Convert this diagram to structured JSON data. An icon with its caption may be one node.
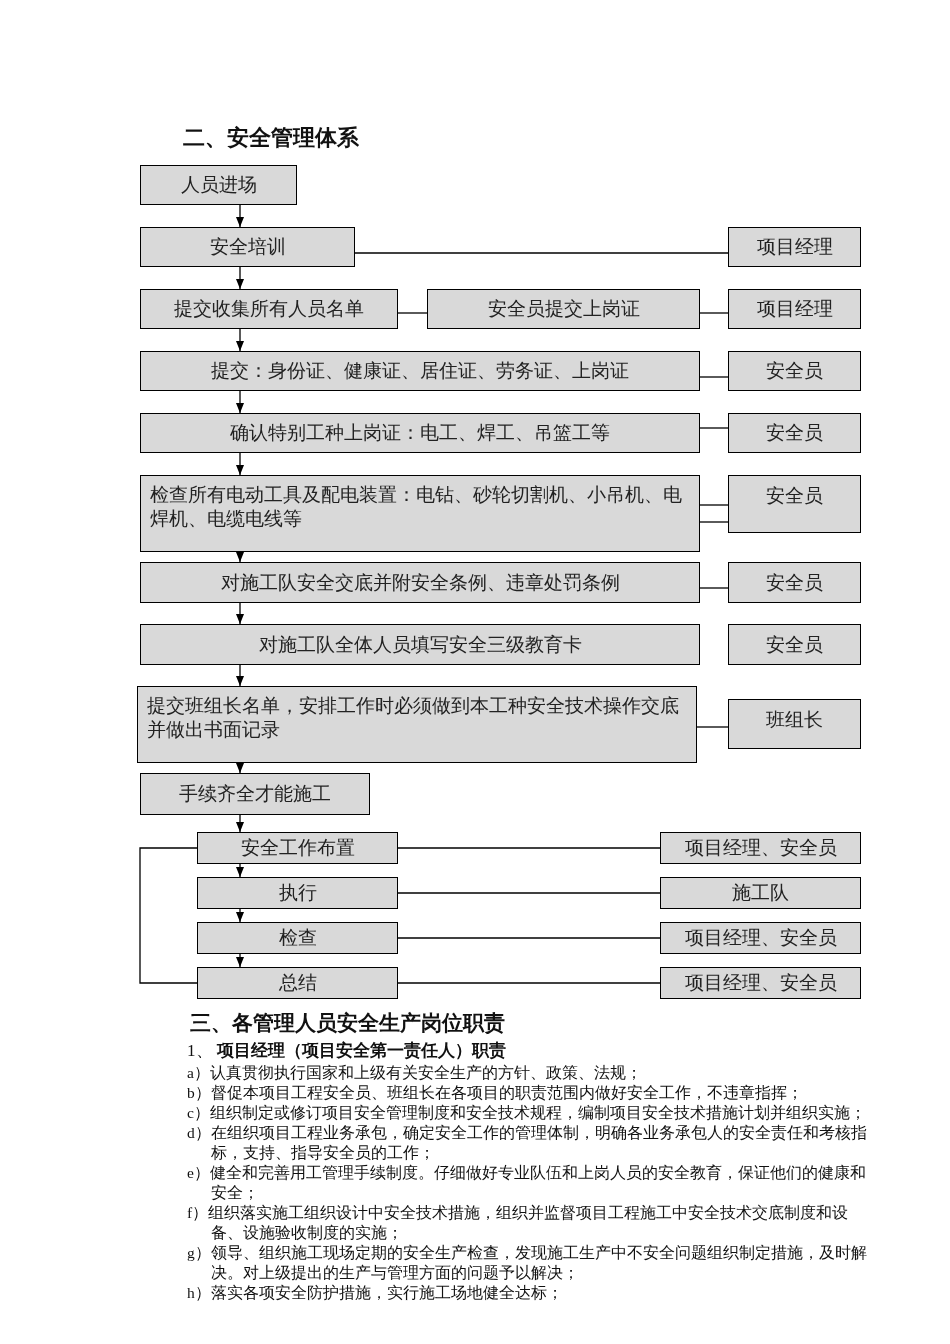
{
  "diagram": {
    "title": "二、安全管理体系",
    "nodes": [
      {
        "text": [
          "人员进场"
        ]
      },
      {
        "text": [
          "安全培训"
        ]
      },
      {
        "text": [
          "项目经理"
        ]
      },
      {
        "text": [
          "提交收集所有人员名单"
        ]
      },
      {
        "text": [
          "安全员提交上岗证"
        ]
      },
      {
        "text": [
          "项目经理"
        ]
      },
      {
        "text": [
          "提交：身份证、健康证、居住证、劳务证、上岗证"
        ]
      },
      {
        "text": [
          "安全员"
        ]
      },
      {
        "text": [
          "确认特别工种上岗证：电工、焊工、吊篮工等"
        ]
      },
      {
        "text": [
          "安全员"
        ]
      },
      {
        "text": [
          "检查所有电动工具及配电装置：电钻、砂轮切割机、小吊机、电焊机、电缆电线等"
        ]
      },
      {
        "text": [
          "安全员"
        ]
      },
      {
        "text": [
          "对施工队安全交底并附安全条例、违章处罚条例"
        ]
      },
      {
        "text": [
          "安全员"
        ]
      },
      {
        "text": [
          "对施工队全体人员填写安全三级教育卡"
        ]
      },
      {
        "text": [
          "安全员"
        ]
      },
      {
        "text": [
          "提交班组长名单，安排工作时必须做到本工种安全技术操作交底并做出书面记录"
        ]
      },
      {
        "text": [
          "班组长"
        ]
      },
      {
        "text": [
          "手续齐全才能施工"
        ]
      },
      {
        "text": [
          "安全工作布置"
        ]
      },
      {
        "text": [
          "项目经理、安全员"
        ]
      },
      {
        "text": [
          "执行"
        ]
      },
      {
        "text": [
          "施工队"
        ]
      },
      {
        "text": [
          "检查"
        ]
      },
      {
        "text": [
          "项目经理、安全员"
        ]
      },
      {
        "text": [
          "总结"
        ]
      },
      {
        "text": [
          "项目经理、安全员"
        ]
      }
    ],
    "edges": [
      {
        "from": 0,
        "to": 1,
        "arrow": "to"
      },
      {
        "from": 1,
        "to": 2,
        "arrow": "none"
      },
      {
        "from": 1,
        "to": 3,
        "arrow": "to"
      },
      {
        "from": 3,
        "to": 4,
        "arrow": "none"
      },
      {
        "from": 4,
        "to": 5,
        "arrow": "none"
      },
      {
        "from": 3,
        "to": 6,
        "arrow": "to"
      },
      {
        "from": 6,
        "to": 7,
        "arrow": "none"
      },
      {
        "from": 6,
        "to": 8,
        "arrow": "to"
      },
      {
        "from": 8,
        "to": 9,
        "arrow": "none"
      },
      {
        "from": 8,
        "to": 10,
        "arrow": "to"
      },
      {
        "from": 10,
        "to": 11,
        "arrow": "none"
      },
      {
        "from": 10,
        "to": 11,
        "arrow": "none"
      },
      {
        "from": 10,
        "to": 12,
        "arrow": "to"
      },
      {
        "from": 12,
        "to": 13,
        "arrow": "none"
      },
      {
        "from": 12,
        "to": 14,
        "arrow": "to"
      },
      {
        "from": 14,
        "to": 16,
        "arrow": "to"
      },
      {
        "from": 16,
        "to": 17,
        "arrow": "none"
      },
      {
        "from": 16,
        "to": 18,
        "arrow": "to"
      },
      {
        "from": 18,
        "to": 19,
        "arrow": "to"
      },
      {
        "from": 19,
        "to": 20,
        "arrow": "none"
      },
      {
        "from": 19,
        "to": 21,
        "arrow": "to"
      },
      {
        "from": 21,
        "to": 22,
        "arrow": "none"
      },
      {
        "from": 21,
        "to": 23,
        "arrow": "to"
      },
      {
        "from": 23,
        "to": 24,
        "arrow": "none"
      },
      {
        "from": 23,
        "to": 25,
        "arrow": "to"
      },
      {
        "from": 25,
        "to": 26,
        "arrow": "none"
      },
      {
        "from": 25,
        "to": 19,
        "arrow": "none"
      }
    ],
    "labels": [
      "三、各管理人员安全生产岗位职责",
      "1、 **项目经理（项目安全第一责任人）职责**",
      "a）认真贯彻执行国家和上级有关安全生产的方针、政策、法规；",
      "b）督促本项目工程安全员、班组长在各项目的职责范围内做好安全工作，不违章指挥；",
      "c）组织制定或修订项目安全管理制度和安全技术规程，编制项目安全技术措施计划并组织实施；",
      "d）在组织项目工程业务承包，确定安全工作的管理体制，明确各业务承包人的安全责任和考核指标，支持、指导安全员的工作；",
      "e）健全和完善用工管理手续制度。仔细做好专业队伍和上岗人员的安全教育，保证他们的健康和安全；",
      "f）组织落实施工组织设计中安全技术措施，组织并监督项目工程施工中安全技术交底制度和设备、设施验收制度的实施；",
      "g）领导、组织施工现场定期的安全生产检查，发现施工生产中不安全问题组织制定措施，及时解决。对上级提出的生产与管理方面的问题予以解决；",
      "h）落实各项安全防护措施，实行施工场地健全达标；"
    ]
  }
}
